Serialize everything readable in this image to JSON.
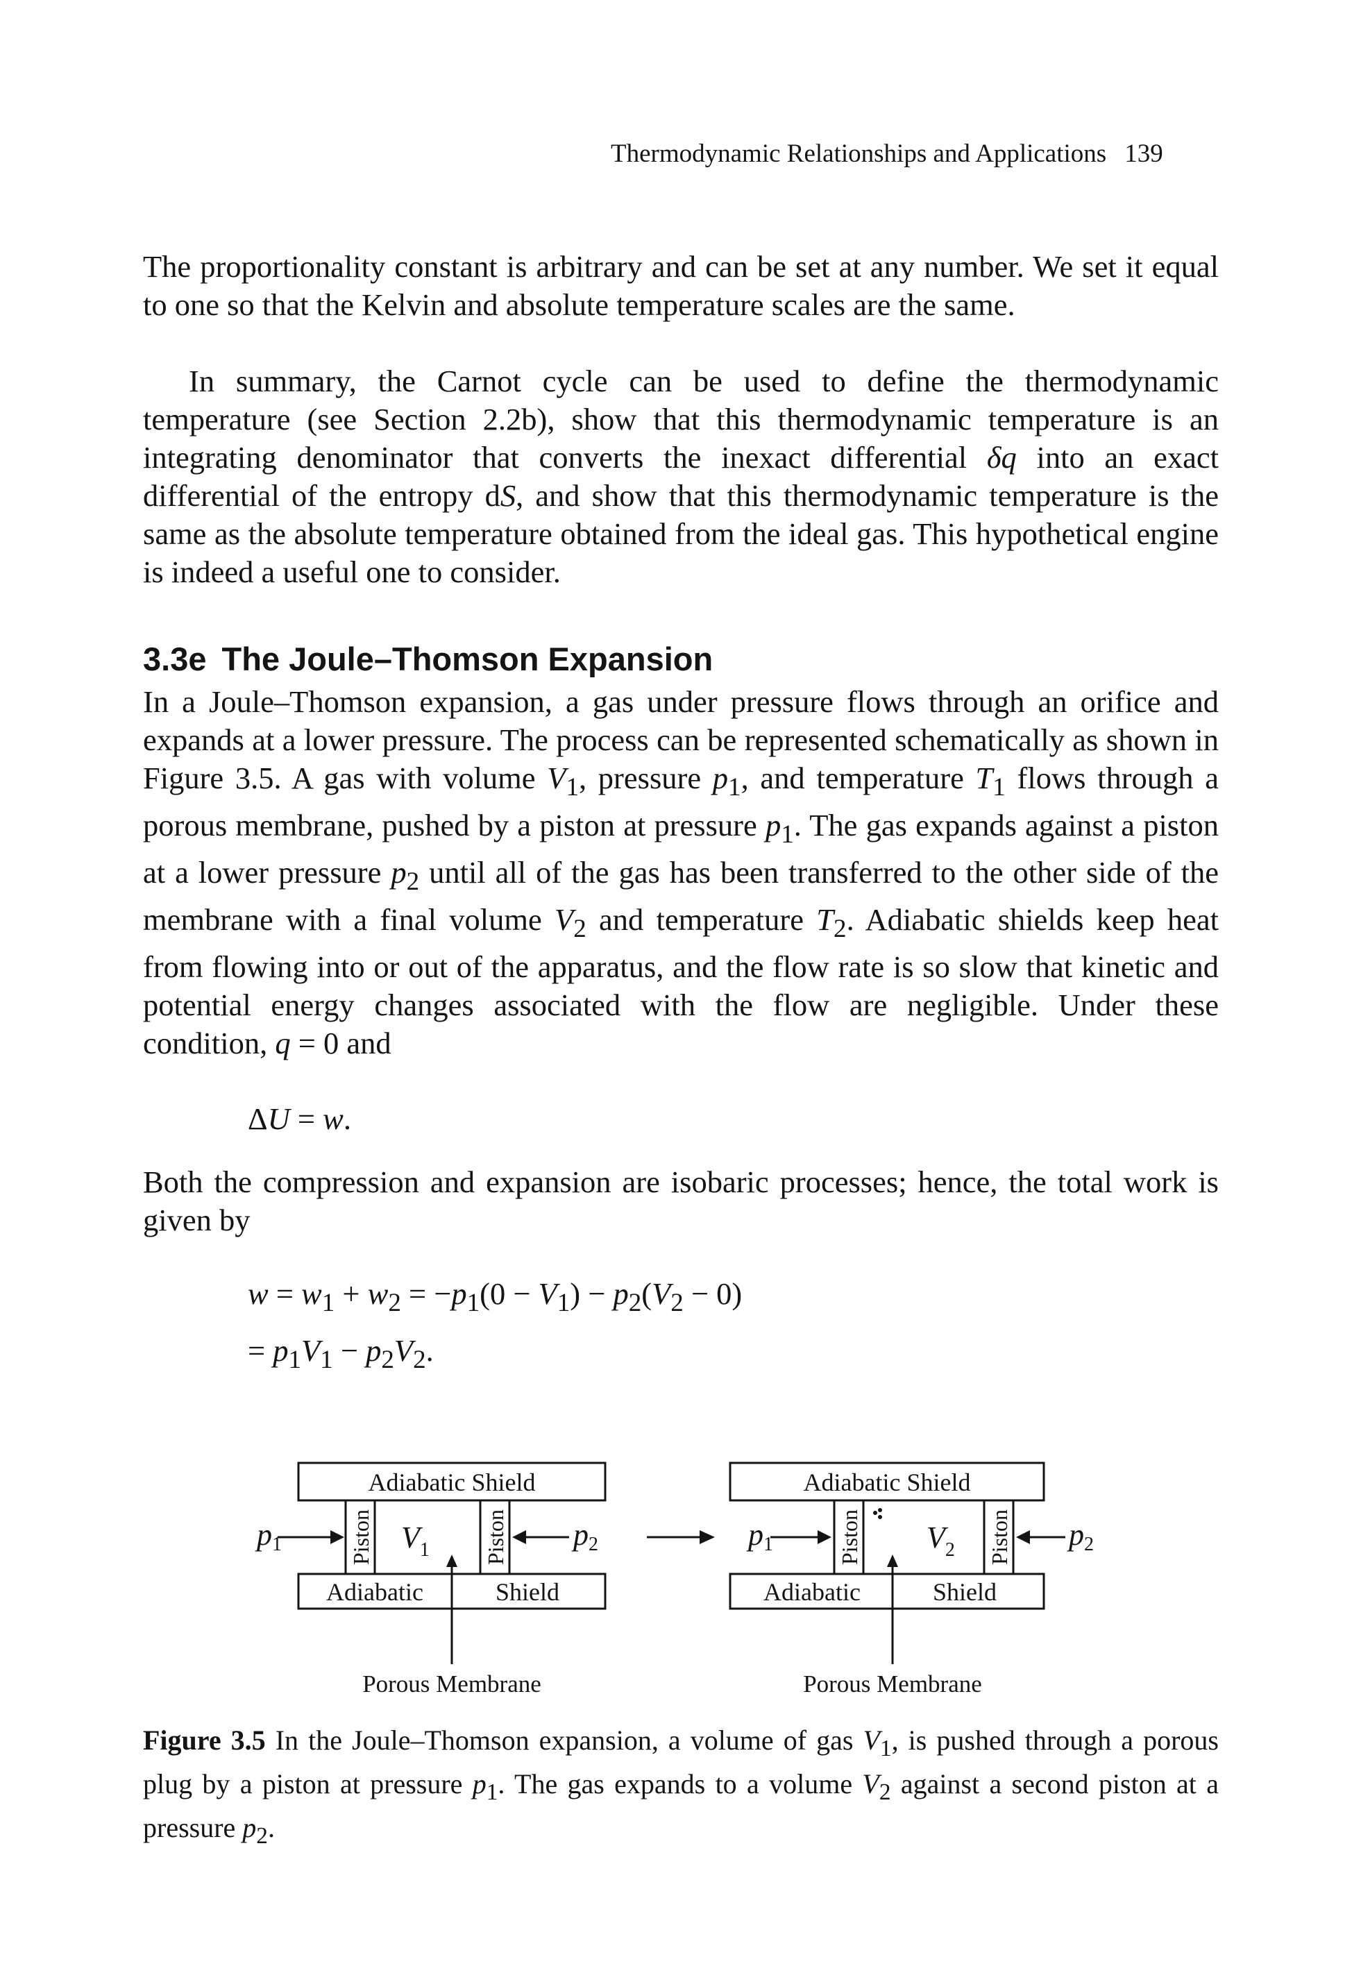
{
  "header": {
    "running_title": "Thermodynamic Relationships and Applications",
    "page_number": "139"
  },
  "para1": "The proportionality constant is arbitrary and can be set at any number. We set it equal to one so that the Kelvin and absolute temperature scales are the same.",
  "para2_html": "In summary, the Carnot cycle can be used to define the thermodynamic temperature (see Section 2.2b), show that this thermodynamic temperature is an integrating denominator that converts the inexact differential <i>&delta;q</i> into an exact differential of the entropy d<i>S</i>, and show that this thermodynamic temperature is the same as the absolute temperature obtained from the ideal gas. This hypothetical engine is indeed a useful one to consider.",
  "section": {
    "number": "3.3e",
    "title": "The Joule–Thomson Expansion"
  },
  "para3_html": "In a Joule–Thomson expansion, a gas under pressure flows through an orifice and expands at a lower pressure. The process can be represented schematically as shown in Figure 3.5. A gas with volume <i>V</i><sub>1</sub>, pressure <i>p</i><sub>1</sub>, and temperature <i>T</i><sub>1</sub> flows through a porous membrane, pushed by a piston at pressure <i>p</i><sub>1</sub>. The gas expands against a piston at a lower pressure <i>p</i><sub>2</sub> until all of the gas has been transferred to the other side of the membrane with a final volume <i>V</i><sub>2</sub> and temperature <i>T</i><sub>2</sub>. Adiabatic shields keep heat from flowing into or out of the apparatus, and the flow rate is so slow that kinetic and potential energy changes associated with the flow are negligible. Under these condition, <i>q</i> = 0 and",
  "eq1_html": "&Delta;<i>U</i> = <i>w</i>.",
  "para4": "Both the compression and expansion are isobaric processes; hence, the total work is given by",
  "eq2_html": "<i>w</i> = <i>w</i><sub>1</sub> + <i>w</i><sub>2</sub> = &minus;<i>p</i><sub>1</sub>(0 &minus; <i>V</i><sub>1</sub>) &minus; <i>p</i><sub>2</sub>(<i>V</i><sub>2</sub> &minus; 0)",
  "eq3_html": "= <i>p</i><sub>1</sub><i>V</i><sub>1</sub> &minus; <i>p</i><sub>2</sub><i>V</i><sub>2</sub>.",
  "figure": {
    "shield_top": "Adiabatic  Shield",
    "shield_bottom_left": "Adiabatic",
    "shield_bottom_right": "Shield",
    "piston": "Piston",
    "membrane_label": "Porous Membrane",
    "p1": "p",
    "p2": "p",
    "sub1": "1",
    "sub2": "2",
    "v": "V"
  },
  "caption_html": "<b>Figure 3.5</b> In the Joule–Thomson expansion, a volume of gas <i>V</i><sub>1</sub>, is pushed through a porous plug by a piston at pressure <i>p</i><sub>1</sub>. The gas expands to a volume <i>V</i><sub>2</sub> against a second piston at a pressure <i>p</i><sub>2</sub>."
}
